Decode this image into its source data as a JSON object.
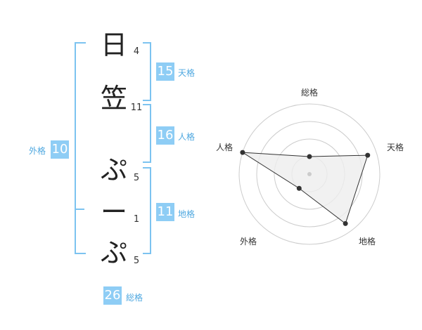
{
  "name": {
    "chars": [
      {
        "char": "日",
        "strokes": "4"
      },
      {
        "char": "笠",
        "strokes": "11"
      },
      {
        "char": "ぷ",
        "strokes": "5"
      },
      {
        "char": "ー",
        "strokes": "1"
      },
      {
        "char": "ぷ",
        "strokes": "5"
      }
    ]
  },
  "kaku": {
    "tenkaku": {
      "value": "15",
      "label": "天格"
    },
    "jinkaku": {
      "value": "16",
      "label": "人格"
    },
    "chikaku": {
      "value": "11",
      "label": "地格"
    },
    "gaikaku": {
      "value": "10",
      "label": "外格"
    },
    "soukaku": {
      "value": "26",
      "label": "総格"
    }
  },
  "radar": {
    "labels": {
      "top": "総格",
      "right": "天格",
      "bottom_right": "地格",
      "bottom_left": "外格",
      "left": "人格"
    },
    "rings": 4,
    "levels": {
      "総格": 0.25,
      "天格": 0.87,
      "地格": 0.87,
      "外格": 0.25,
      "人格": 1.0
    },
    "colors": {
      "ring": "#cccccc",
      "fill": "#eeeeee",
      "line": "#333333",
      "point": "#333333",
      "center": "#cccccc"
    }
  }
}
